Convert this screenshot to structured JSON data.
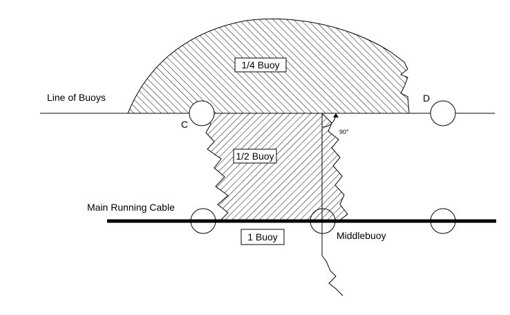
{
  "labels": {
    "line_of_buoys": "Line of Buoys",
    "main_running_cable": "Main Running Cable",
    "quarter_buoy": "1/4 Buoy",
    "half_buoy": "1/2 Buoy",
    "one_buoy": "1 Buoy",
    "middlebuoy": "Middlebuoy",
    "point_c": "C",
    "point_d": "D",
    "angle": "90°"
  }
}
